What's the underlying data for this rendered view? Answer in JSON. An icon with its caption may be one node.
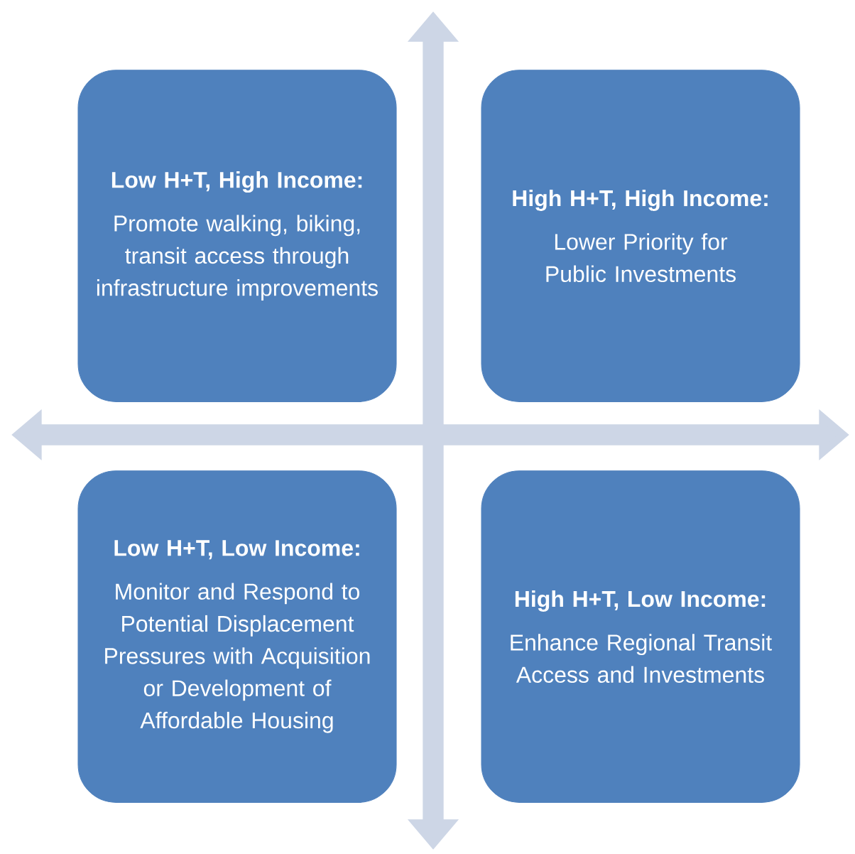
{
  "diagram": {
    "nodes": [
      {
        "text": [
          "Low H+T, High Income:",
          "Promote walking, biking, transit access through infrastructure improvements"
        ]
      },
      {
        "text": [
          "High H+T, High Income:",
          "Lower Priority for Public Investments"
        ]
      },
      {
        "text": [
          "Low H+T, Low Income:",
          "Monitor and Respond to Potential Displacement Pressures with Acquisition or Development of Affordable Housing"
        ]
      },
      {
        "text": [
          "High H+T, Low Income:",
          "Enhance Regional Transit Access and Investments"
        ]
      }
    ]
  }
}
